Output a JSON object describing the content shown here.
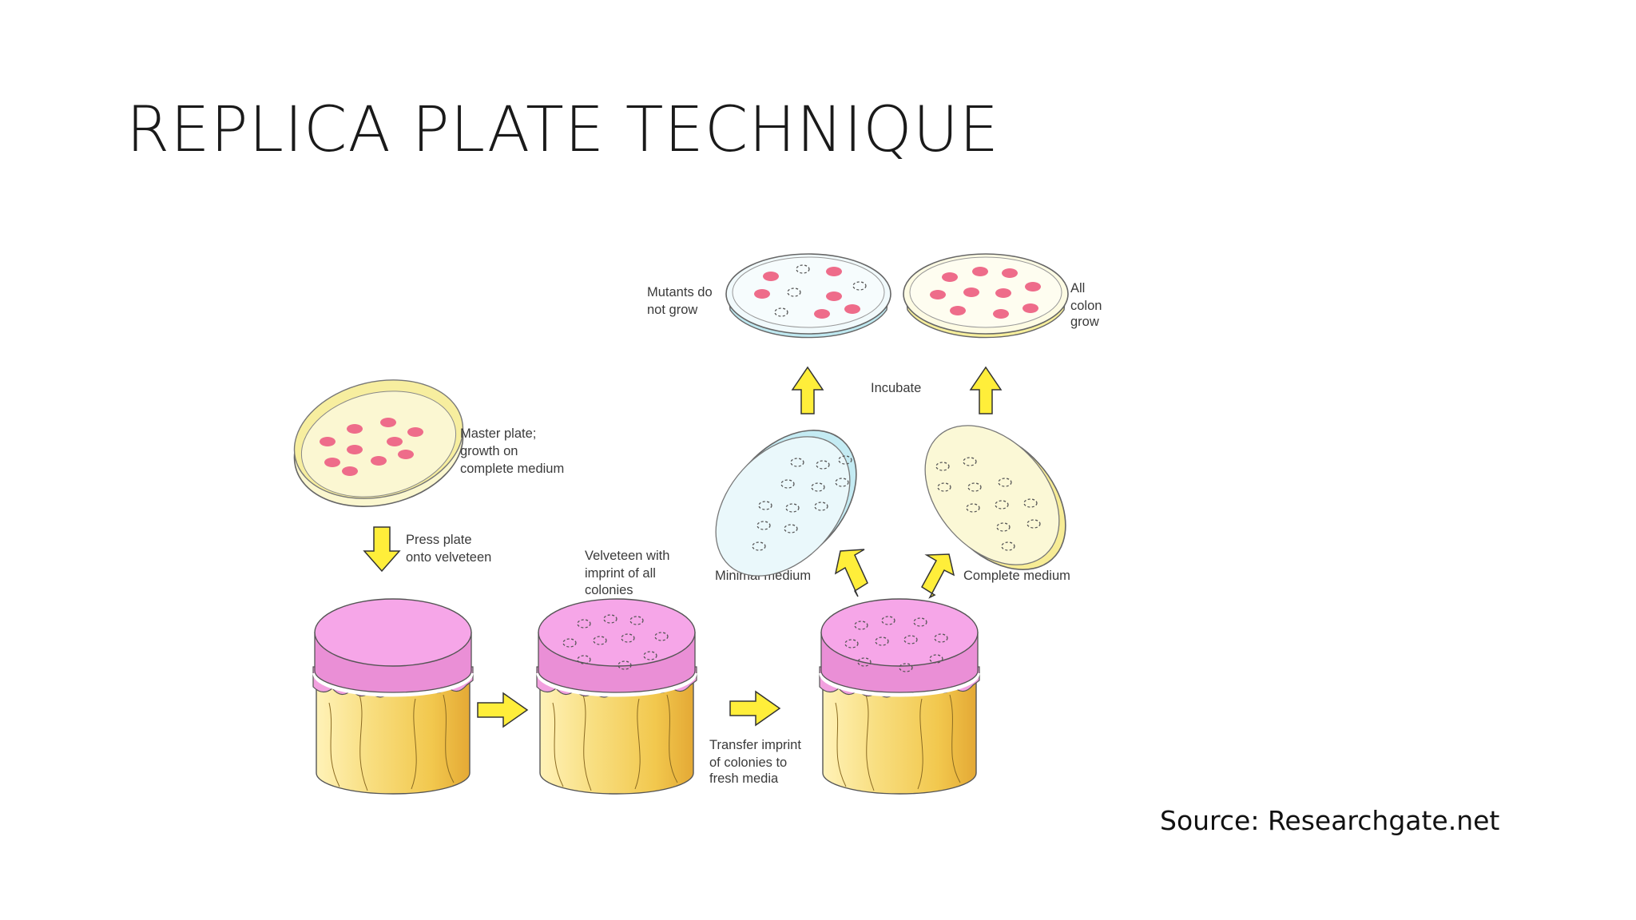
{
  "slide": {
    "title": "REPLICA PLATE TECHNIQUE",
    "source": "Source: Researchgate.net"
  },
  "diagram": {
    "labels": {
      "master_plate": [
        "Master plate;",
        "growth on",
        "complete medium"
      ],
      "press_plate": [
        "Press plate",
        "onto velveteen"
      ],
      "velveteen": [
        "Velveteen with",
        "imprint of all",
        "colonies"
      ],
      "transfer": [
        "Transfer imprint",
        "of colonies to",
        "fresh media"
      ],
      "minimal_medium": "Minimal medium",
      "complete_medium": "Complete medium",
      "incubate": "Incubate",
      "mutants": [
        "Mutants do",
        "not grow"
      ],
      "all_grow": [
        "All",
        "colon",
        "grow"
      ]
    },
    "colors": {
      "colony": "#ee6c8a",
      "velveteen": "#f09ee0",
      "complete_agar": "#faf5bf",
      "minimal_agar": "#bfe9f1",
      "arrow": "#ffee3a",
      "wood": "#f5d36c"
    },
    "icons": [
      "arrow-down-icon",
      "arrow-right-icon",
      "arrow-up-icon"
    ]
  }
}
